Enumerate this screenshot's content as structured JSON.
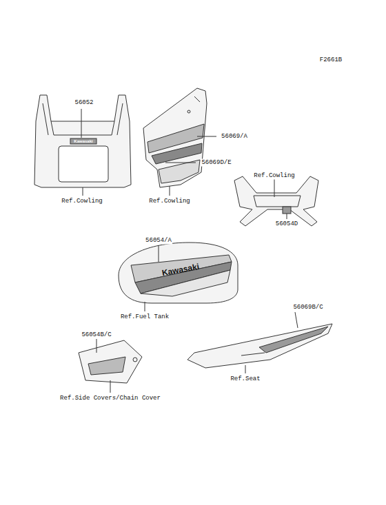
{
  "diagram": {
    "labels": [
      "F2661B",
      "56052",
      "Kawasaki",
      "Ref.Cowling",
      "56069/A",
      "56069D/E",
      "Ref.Cowling",
      "Ref.Cowling",
      "56054D",
      "56054/A",
      "Kawasaki",
      "Ref.Fuel Tank",
      "56069B/C",
      "56054B/C",
      "Ref.Seat",
      "Ref.Side Covers/Chain Cover"
    ]
  }
}
